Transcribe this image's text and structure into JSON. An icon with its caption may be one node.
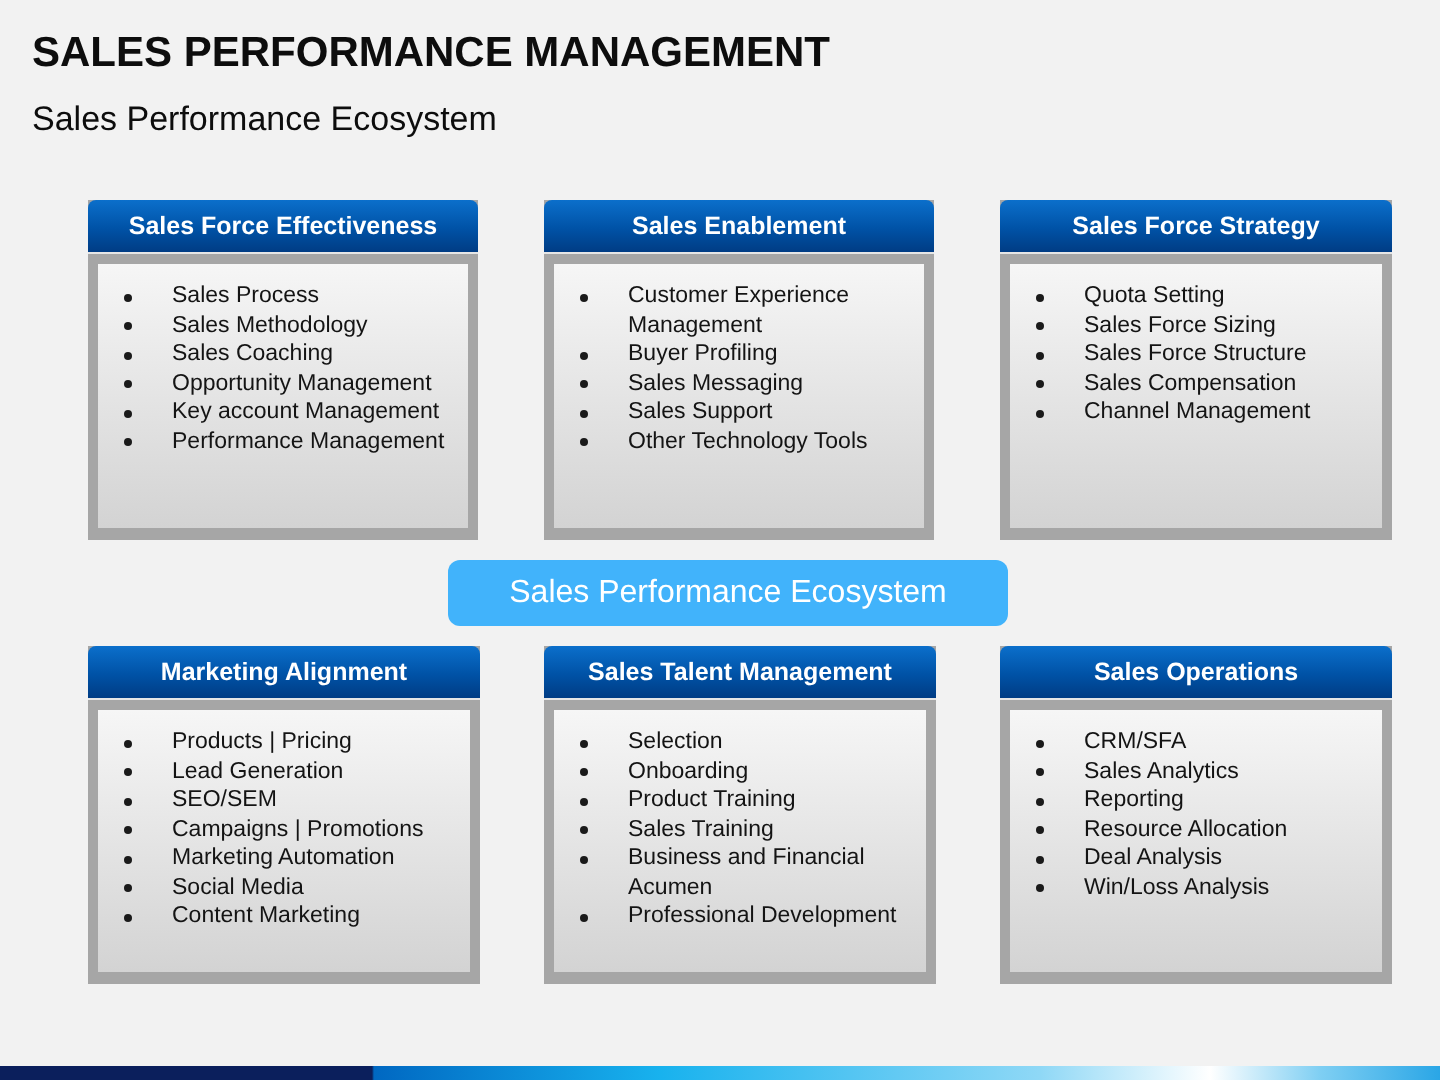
{
  "diagram": {
    "title": "SALES PERFORMANCE MANAGEMENT",
    "nodes": [
      {
        "text": [
          "Sales Force Effectiveness",
          "Sales Process",
          "Sales Methodology",
          "Sales Coaching",
          "Opportunity Management",
          "Key account Management",
          "Performance Management"
        ]
      },
      {
        "text": [
          "Sales Enablement",
          "Customer Experience Management",
          "Buyer Profiling",
          "Sales Messaging",
          "Sales Support",
          "Other Technology Tools"
        ]
      },
      {
        "text": [
          "Sales Force Strategy",
          "Quota Setting",
          "Sales Force Sizing",
          "Sales Force Structure",
          "Sales Compensation",
          "Channel Management"
        ]
      },
      {
        "text": [
          "Sales Performance Ecosystem"
        ]
      },
      {
        "text": [
          "Marketing Alignment",
          "Products | Pricing",
          "Lead Generation",
          "SEO/SEM",
          "Campaigns | Promotions",
          "Marketing Automation",
          "Social Media",
          "Content Marketing"
        ]
      },
      {
        "text": [
          "Sales Talent Management",
          "Selection",
          "Onboarding",
          "Product Training",
          "Sales Training",
          "Business and Financial Acumen",
          "Professional Development"
        ]
      },
      {
        "text": [
          "Sales Operations",
          "CRM/SFA",
          "Sales Analytics",
          "Reporting",
          "Resource Allocation",
          "Deal Analysis",
          "Win/Loss Analysis"
        ]
      }
    ],
    "labels": [
      "Sales Performance Ecosystem"
    ]
  }
}
